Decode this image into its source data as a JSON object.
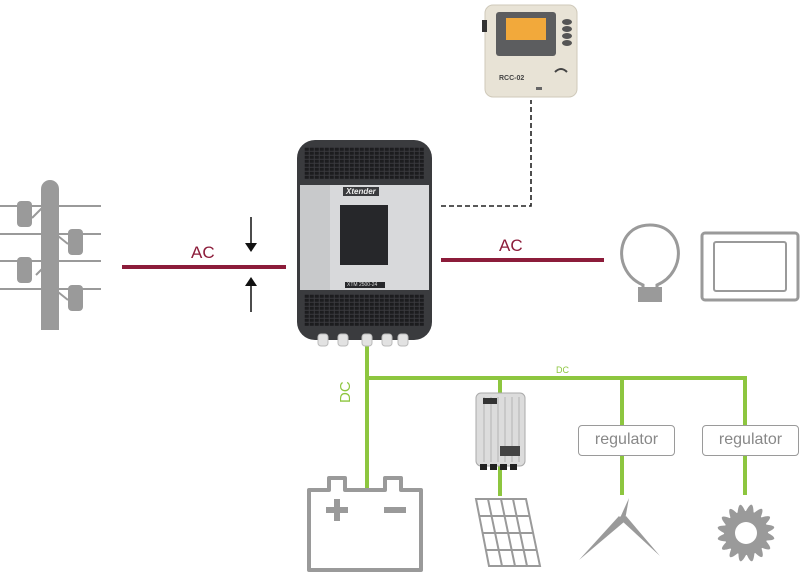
{
  "diagram": {
    "title": "Xtender hybrid system schematic",
    "colors": {
      "ac_line": "#8c1c3a",
      "dc_line": "#8dc63f",
      "icon_gray": "#9a9a9a",
      "device_dark": "#3a3b3e",
      "device_light": "#d8d9db",
      "remote_screen": "#f2a93b",
      "remote_body": "#e8e3d6"
    },
    "remote": {
      "model": "RCC-02",
      "icon": "remote-control-panel"
    },
    "inverter": {
      "brand": "Xtender",
      "model": "XTM 2500-24",
      "icon": "inverter-charger"
    },
    "grid": {
      "icon": "utility-pole",
      "line_label": "AC"
    },
    "loads": {
      "line_label": "AC",
      "items": [
        {
          "icon": "light-bulb-icon"
        },
        {
          "icon": "appliance-screen-icon"
        }
      ]
    },
    "dc_bus": {
      "vertical_label": "DC",
      "horizontal_label": "DC"
    },
    "sources": [
      {
        "icon": "battery-icon"
      },
      {
        "icon": "solar-charge-controller",
        "source_icon": "solar-panel-icon"
      },
      {
        "regulator_label": "regulator",
        "source_icon": "wind-turbine-icon"
      },
      {
        "regulator_label": "regulator",
        "source_icon": "hydro-turbine-icon"
      }
    ]
  }
}
